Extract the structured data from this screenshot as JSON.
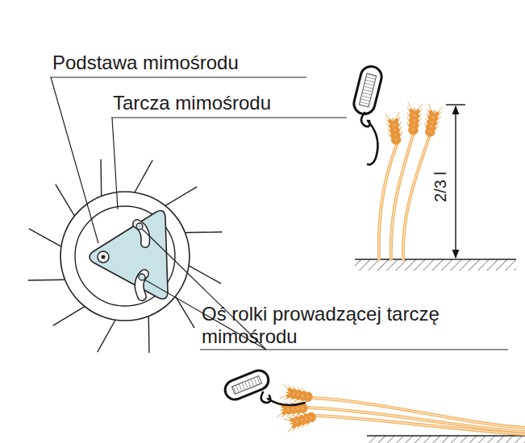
{
  "diagram": {
    "labels": [
      "Podstawa mimośrodu",
      "Tarcza mimośrodu",
      "Oś rolki prowadzącej tarczę mimośrodu",
      "2/3 l"
    ]
  }
}
